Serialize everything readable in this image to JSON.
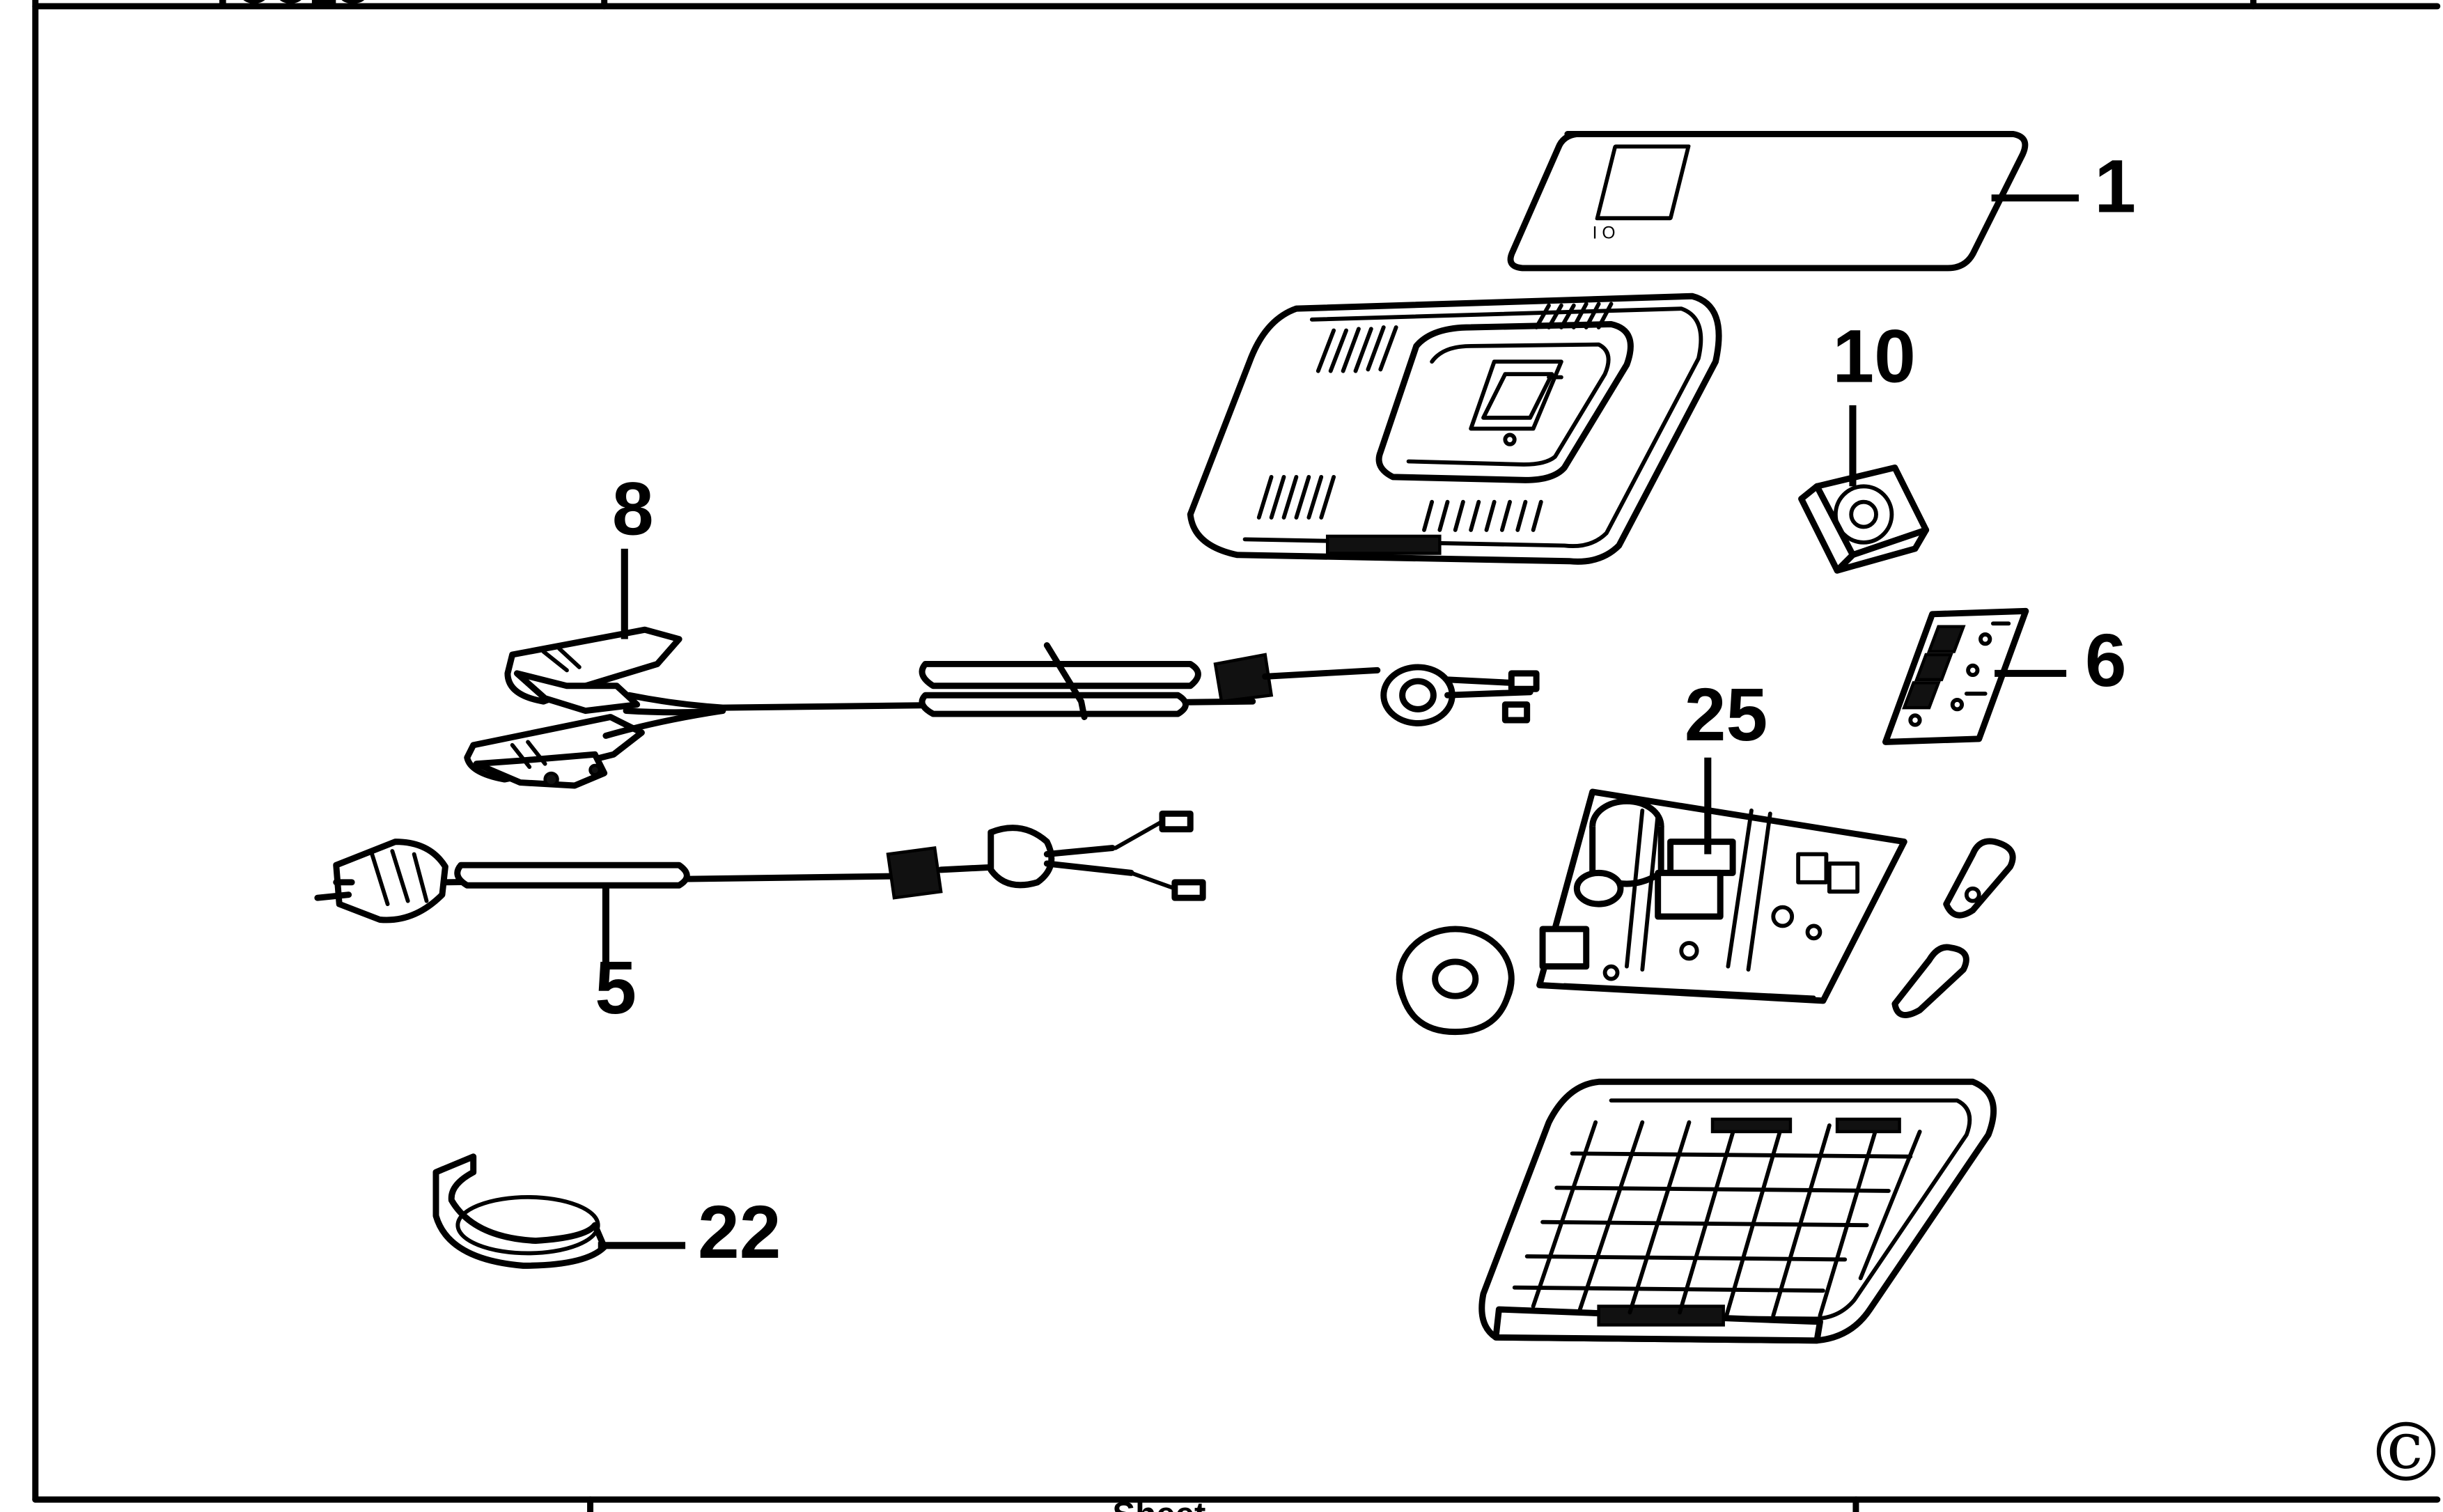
{
  "header": {
    "logo_text": "TOOLS"
  },
  "diagram": {
    "callouts": [
      {
        "id": "1",
        "part": "label-panel"
      },
      {
        "id": "10",
        "part": "cooling-fan"
      },
      {
        "id": "8",
        "part": "battery-clamp-cable"
      },
      {
        "id": "6",
        "part": "display-pcb"
      },
      {
        "id": "25",
        "part": "main-pcb"
      },
      {
        "id": "5",
        "part": "mains-cable"
      },
      {
        "id": "22",
        "part": "cable-strap"
      }
    ],
    "copyright": "©"
  },
  "footer": {
    "cell_text": "Sheet"
  }
}
